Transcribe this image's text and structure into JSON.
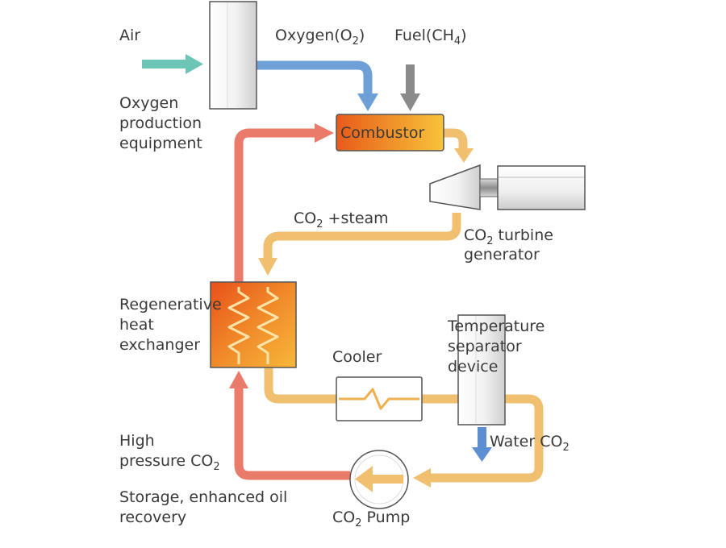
{
  "labels": {
    "air": "Air",
    "oxygen_prefix": "Oxygen(O",
    "oxygen_sub": "2",
    "oxygen_suffix": ")",
    "fuel_prefix": "Fuel(CH",
    "fuel_sub": "4",
    "fuel_suffix": ")",
    "oxygen_equipment": [
      "Oxygen",
      "production",
      "equipment"
    ],
    "combustor": "Combustor",
    "co2_steam_prefix": "CO",
    "co2_steam_sub": "2",
    "co2_steam_suffix": " +steam",
    "turbine_line1_prefix": "CO",
    "turbine_line1_sub": "2",
    "turbine_line1_suffix": " turbine",
    "turbine_line2": "generator",
    "regenerative": [
      "Regenerative",
      "heat",
      "exchanger"
    ],
    "cooler": "Cooler",
    "temperature_separator": [
      "Temperature",
      "separator",
      "device"
    ],
    "water_co2_prefix": "Water CO",
    "water_co2_sub": "2",
    "high_pressure_line1": "High",
    "high_pressure_line2_prefix": "pressure CO",
    "high_pressure_line2_sub": "2",
    "storage": [
      "Storage, enhanced oil",
      "recovery"
    ],
    "pump_prefix": "CO",
    "pump_sub": "2",
    "pump_suffix": " Pump"
  },
  "colors": {
    "air_arrow": "#6cc5b5",
    "oxygen_arrow": "#6e9fd6",
    "fuel_arrow": "#8a8a8a",
    "hot_flow": "#ea7b6a",
    "warm_flow": "#f0c070",
    "combustor_fill_start": "#e85a1a",
    "combustor_fill_end": "#f7c33a",
    "water_arrow": "#5b8fd1",
    "text": "#3a3a3a"
  }
}
